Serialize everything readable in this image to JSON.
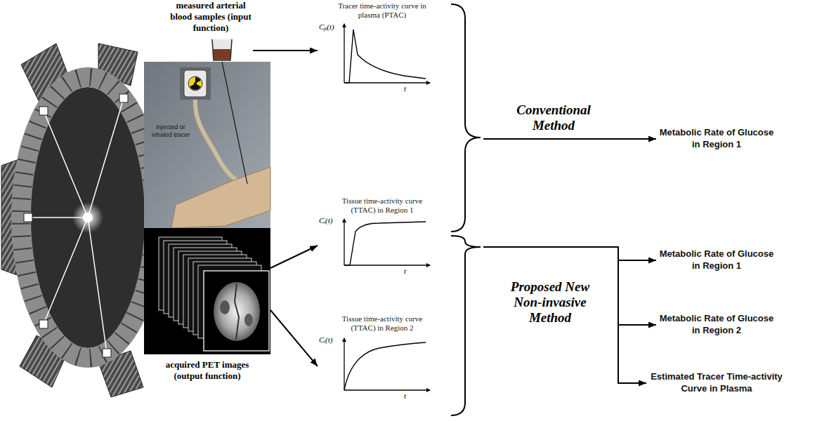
{
  "diagram": {
    "nodes": [
      {
        "text": [
          "measured arterial blood samples (input function)"
        ]
      },
      {
        "text": [
          "acquired PET images (output function)"
        ]
      },
      {
        "text": [
          "Tracer time-activity curve in plasma (PTAC)",
          "Cₚ(t)",
          "t"
        ]
      },
      {
        "text": [
          "Tissue time-activity curve (TTAC) in Region 1",
          "Cᵢ(t)",
          "t"
        ]
      },
      {
        "text": [
          "Tissue time-activity curve (TTAC) in Region 2",
          "Cᵢ(t)",
          "t"
        ]
      },
      {
        "text": [
          "Conventional Method"
        ]
      },
      {
        "text": [
          "Metabolic Rate of Glucose in Region 1"
        ]
      },
      {
        "text": [
          "Proposed New Non-invasive Method"
        ]
      },
      {
        "text": [
          "Metabolic Rate of Glucose in Region 1"
        ]
      },
      {
        "text": [
          "Metabolic Rate of Glucose in Region 2"
        ]
      },
      {
        "text": [
          "Estimated Tracer Time-activity Curve in Plasma"
        ]
      }
    ],
    "edges": [
      {
        "from": 0,
        "to": 2,
        "arrow": "to"
      },
      {
        "from": 1,
        "to": 3,
        "arrow": "to"
      },
      {
        "from": 1,
        "to": 4,
        "arrow": "to"
      },
      {
        "from": 5,
        "to": 6,
        "arrow": "to"
      },
      {
        "from": 7,
        "to": 8,
        "arrow": "to"
      },
      {
        "from": 7,
        "to": 9,
        "arrow": "to"
      },
      {
        "from": 7,
        "to": 10,
        "arrow": "to"
      }
    ],
    "labels": [
      "injected or inhaled tracer"
    ]
  }
}
